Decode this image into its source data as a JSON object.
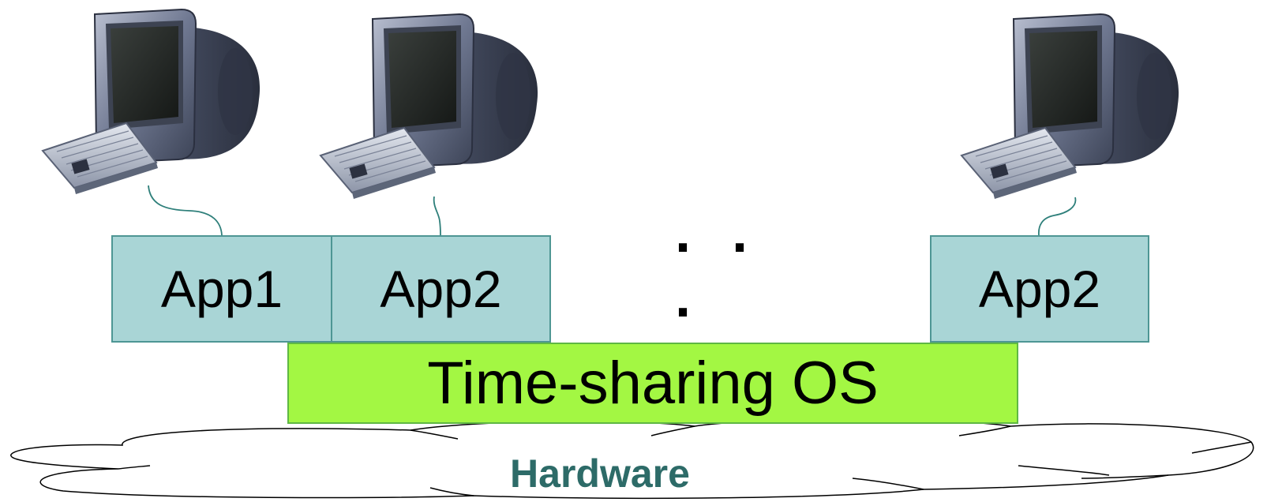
{
  "apps": [
    {
      "label": "App1"
    },
    {
      "label": "App2"
    },
    {
      "label": "App2"
    }
  ],
  "ellipsis": "· · ·",
  "os": {
    "label": "Time-sharing OS"
  },
  "hardware": {
    "label": "Hardware"
  },
  "terminals": [
    {
      "icon": "computer-icon"
    },
    {
      "icon": "computer-icon"
    },
    {
      "icon": "computer-icon"
    }
  ],
  "colors": {
    "app_fill": "#a9d5d6",
    "app_border": "#4e9694",
    "os_fill": "#a3f743",
    "os_border": "#5fb844",
    "hardware_text": "#2d6b68",
    "connector": "#2e7f7a",
    "cloud_stroke": "#000000"
  }
}
